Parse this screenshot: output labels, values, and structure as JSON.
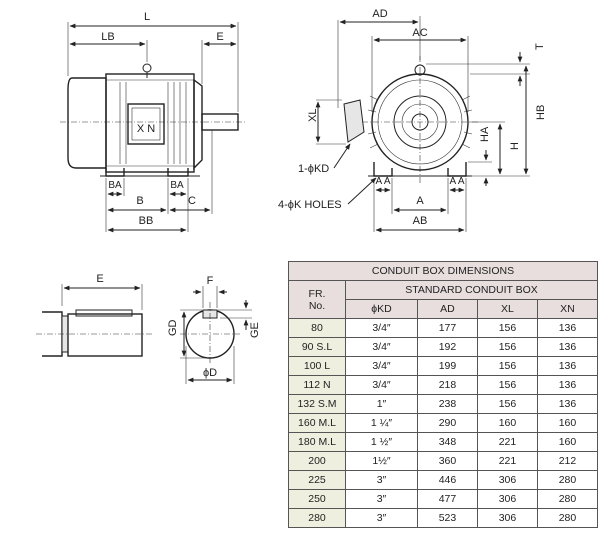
{
  "side_view": {
    "labels": {
      "L": "L",
      "LB": "LB",
      "E": "E",
      "XN": "X N",
      "BA_left": "BA",
      "BA_right": "BA",
      "B": "B",
      "C": "C",
      "BB": "BB"
    }
  },
  "front_view": {
    "labels": {
      "AD": "AD",
      "AC": "AC",
      "T": "T",
      "XL": "XL",
      "HB": "HB",
      "HA": "HA",
      "H": "H",
      "KD": "1-ϕKD",
      "AA_left": "A A",
      "AA_right": "A A",
      "K_holes": "4-ϕK HOLES",
      "A": "A",
      "AB": "AB"
    }
  },
  "shaft_view": {
    "labels": {
      "E": "E",
      "F": "F",
      "GD": "GD",
      "GE": "GE",
      "D": "ϕD"
    }
  },
  "table": {
    "title": "CONDUIT BOX DIMENSIONS",
    "fr_header": "FR.\nNo.",
    "fr_line1": "FR.",
    "fr_line2": "No.",
    "group_header": "STANDARD CONDUIT BOX",
    "columns": [
      "ϕKD",
      "AD",
      "XL",
      "XN"
    ],
    "rows": [
      {
        "fr": "80",
        "kd": "3/4″",
        "ad": "177",
        "xl": "156",
        "xn": "136"
      },
      {
        "fr": "90 S.L",
        "kd": "3/4″",
        "ad": "192",
        "xl": "156",
        "xn": "136"
      },
      {
        "fr": "100  L",
        "kd": "3/4″",
        "ad": "199",
        "xl": "156",
        "xn": "136"
      },
      {
        "fr": "112  N",
        "kd": "3/4″",
        "ad": "218",
        "xl": "156",
        "xn": "136"
      },
      {
        "fr": "132 S.M",
        "kd": "1″",
        "ad": "238",
        "xl": "156",
        "xn": "136"
      },
      {
        "fr": "160 M.L",
        "kd": "1 ¼″",
        "ad": "290",
        "xl": "160",
        "xn": "160"
      },
      {
        "fr": "180 M.L",
        "kd": "1 ½″",
        "ad": "348",
        "xl": "221",
        "xn": "160"
      },
      {
        "fr": "200",
        "kd": "1½″",
        "ad": "360",
        "xl": "221",
        "xn": "212"
      },
      {
        "fr": "225",
        "kd": "3″",
        "ad": "446",
        "xl": "306",
        "xn": "280"
      },
      {
        "fr": "250",
        "kd": "3″",
        "ad": "477",
        "xl": "306",
        "xn": "280"
      },
      {
        "fr": "280",
        "kd": "3″",
        "ad": "523",
        "xl": "306",
        "xn": "280"
      }
    ]
  }
}
